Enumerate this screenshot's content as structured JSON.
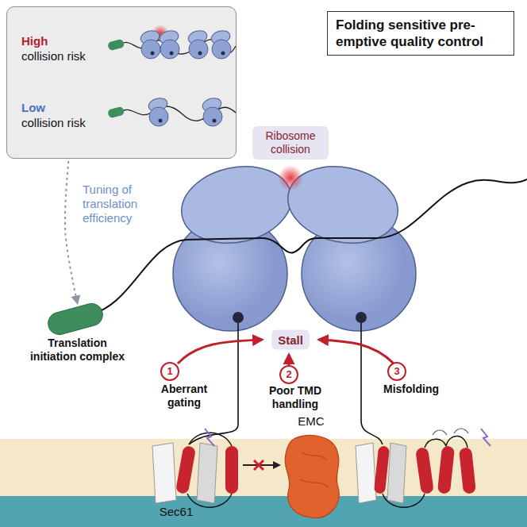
{
  "diagram": {
    "title": "Folding sensitive pre-emptive quality control",
    "nodes": [
      {
        "text": [
          "High",
          "collision risk",
          "Low",
          "collision risk"
        ]
      },
      {
        "text": [
          "Ribosome collision"
        ]
      },
      {
        "text": [
          "Translation initiation complex"
        ]
      },
      {
        "text": [
          "Stall"
        ]
      }
    ],
    "edges": [
      {
        "from": 0,
        "to": 2,
        "arrow": "to",
        "label": "Tuning of translation efficiency"
      }
    ],
    "labels": [
      "1",
      "Aberrant gating",
      "2",
      "Poor TMD handling",
      "3",
      "Misfolding",
      "Sec61",
      "EMC"
    ]
  }
}
